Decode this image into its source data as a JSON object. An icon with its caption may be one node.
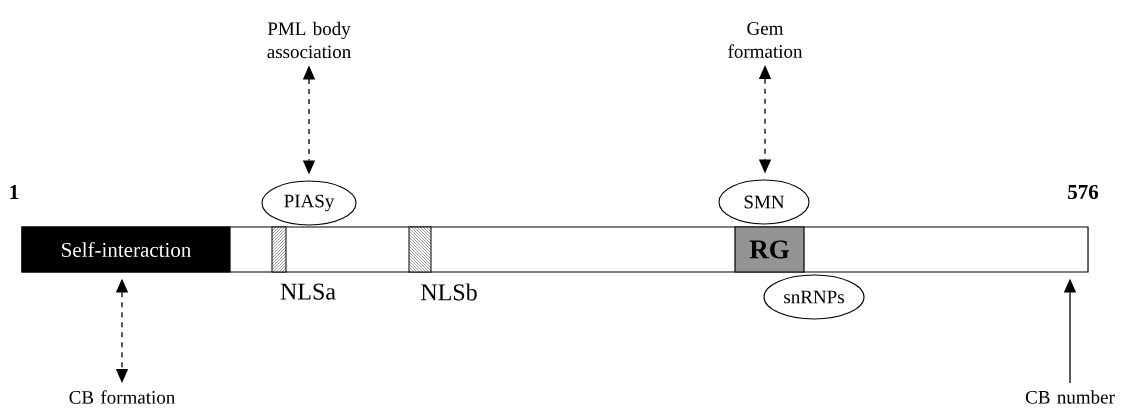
{
  "diagram": {
    "nodes": [
      {
        "text": [],
        "shape": "bar"
      },
      {
        "text": [
          "Self-interaction"
        ],
        "in": 0
      },
      {
        "text": [
          "NLSa"
        ],
        "in": 0
      },
      {
        "text": [
          "NLSb"
        ],
        "in": 0
      },
      {
        "text": [
          "RG"
        ],
        "in": 0
      },
      {
        "text": [
          "PIASy"
        ]
      },
      {
        "text": [
          "SMN"
        ]
      },
      {
        "text": [
          "snRNPs"
        ]
      },
      {
        "text": [
          "PML body association"
        ]
      },
      {
        "text": [
          "Gem formation"
        ]
      },
      {
        "text": [
          "CB formation"
        ]
      },
      {
        "text": [
          "CB number"
        ]
      }
    ],
    "edges": [
      {
        "from": 8,
        "to": 5,
        "arrow": "both",
        "style": "dashed"
      },
      {
        "from": 9,
        "to": 6,
        "arrow": "both",
        "style": "dashed"
      },
      {
        "from": 1,
        "to": 10,
        "arrow": "both",
        "style": "dashed"
      },
      {
        "from": 11,
        "to": 0,
        "arrow": "to"
      }
    ],
    "labels": [
      "1",
      "576"
    ]
  }
}
